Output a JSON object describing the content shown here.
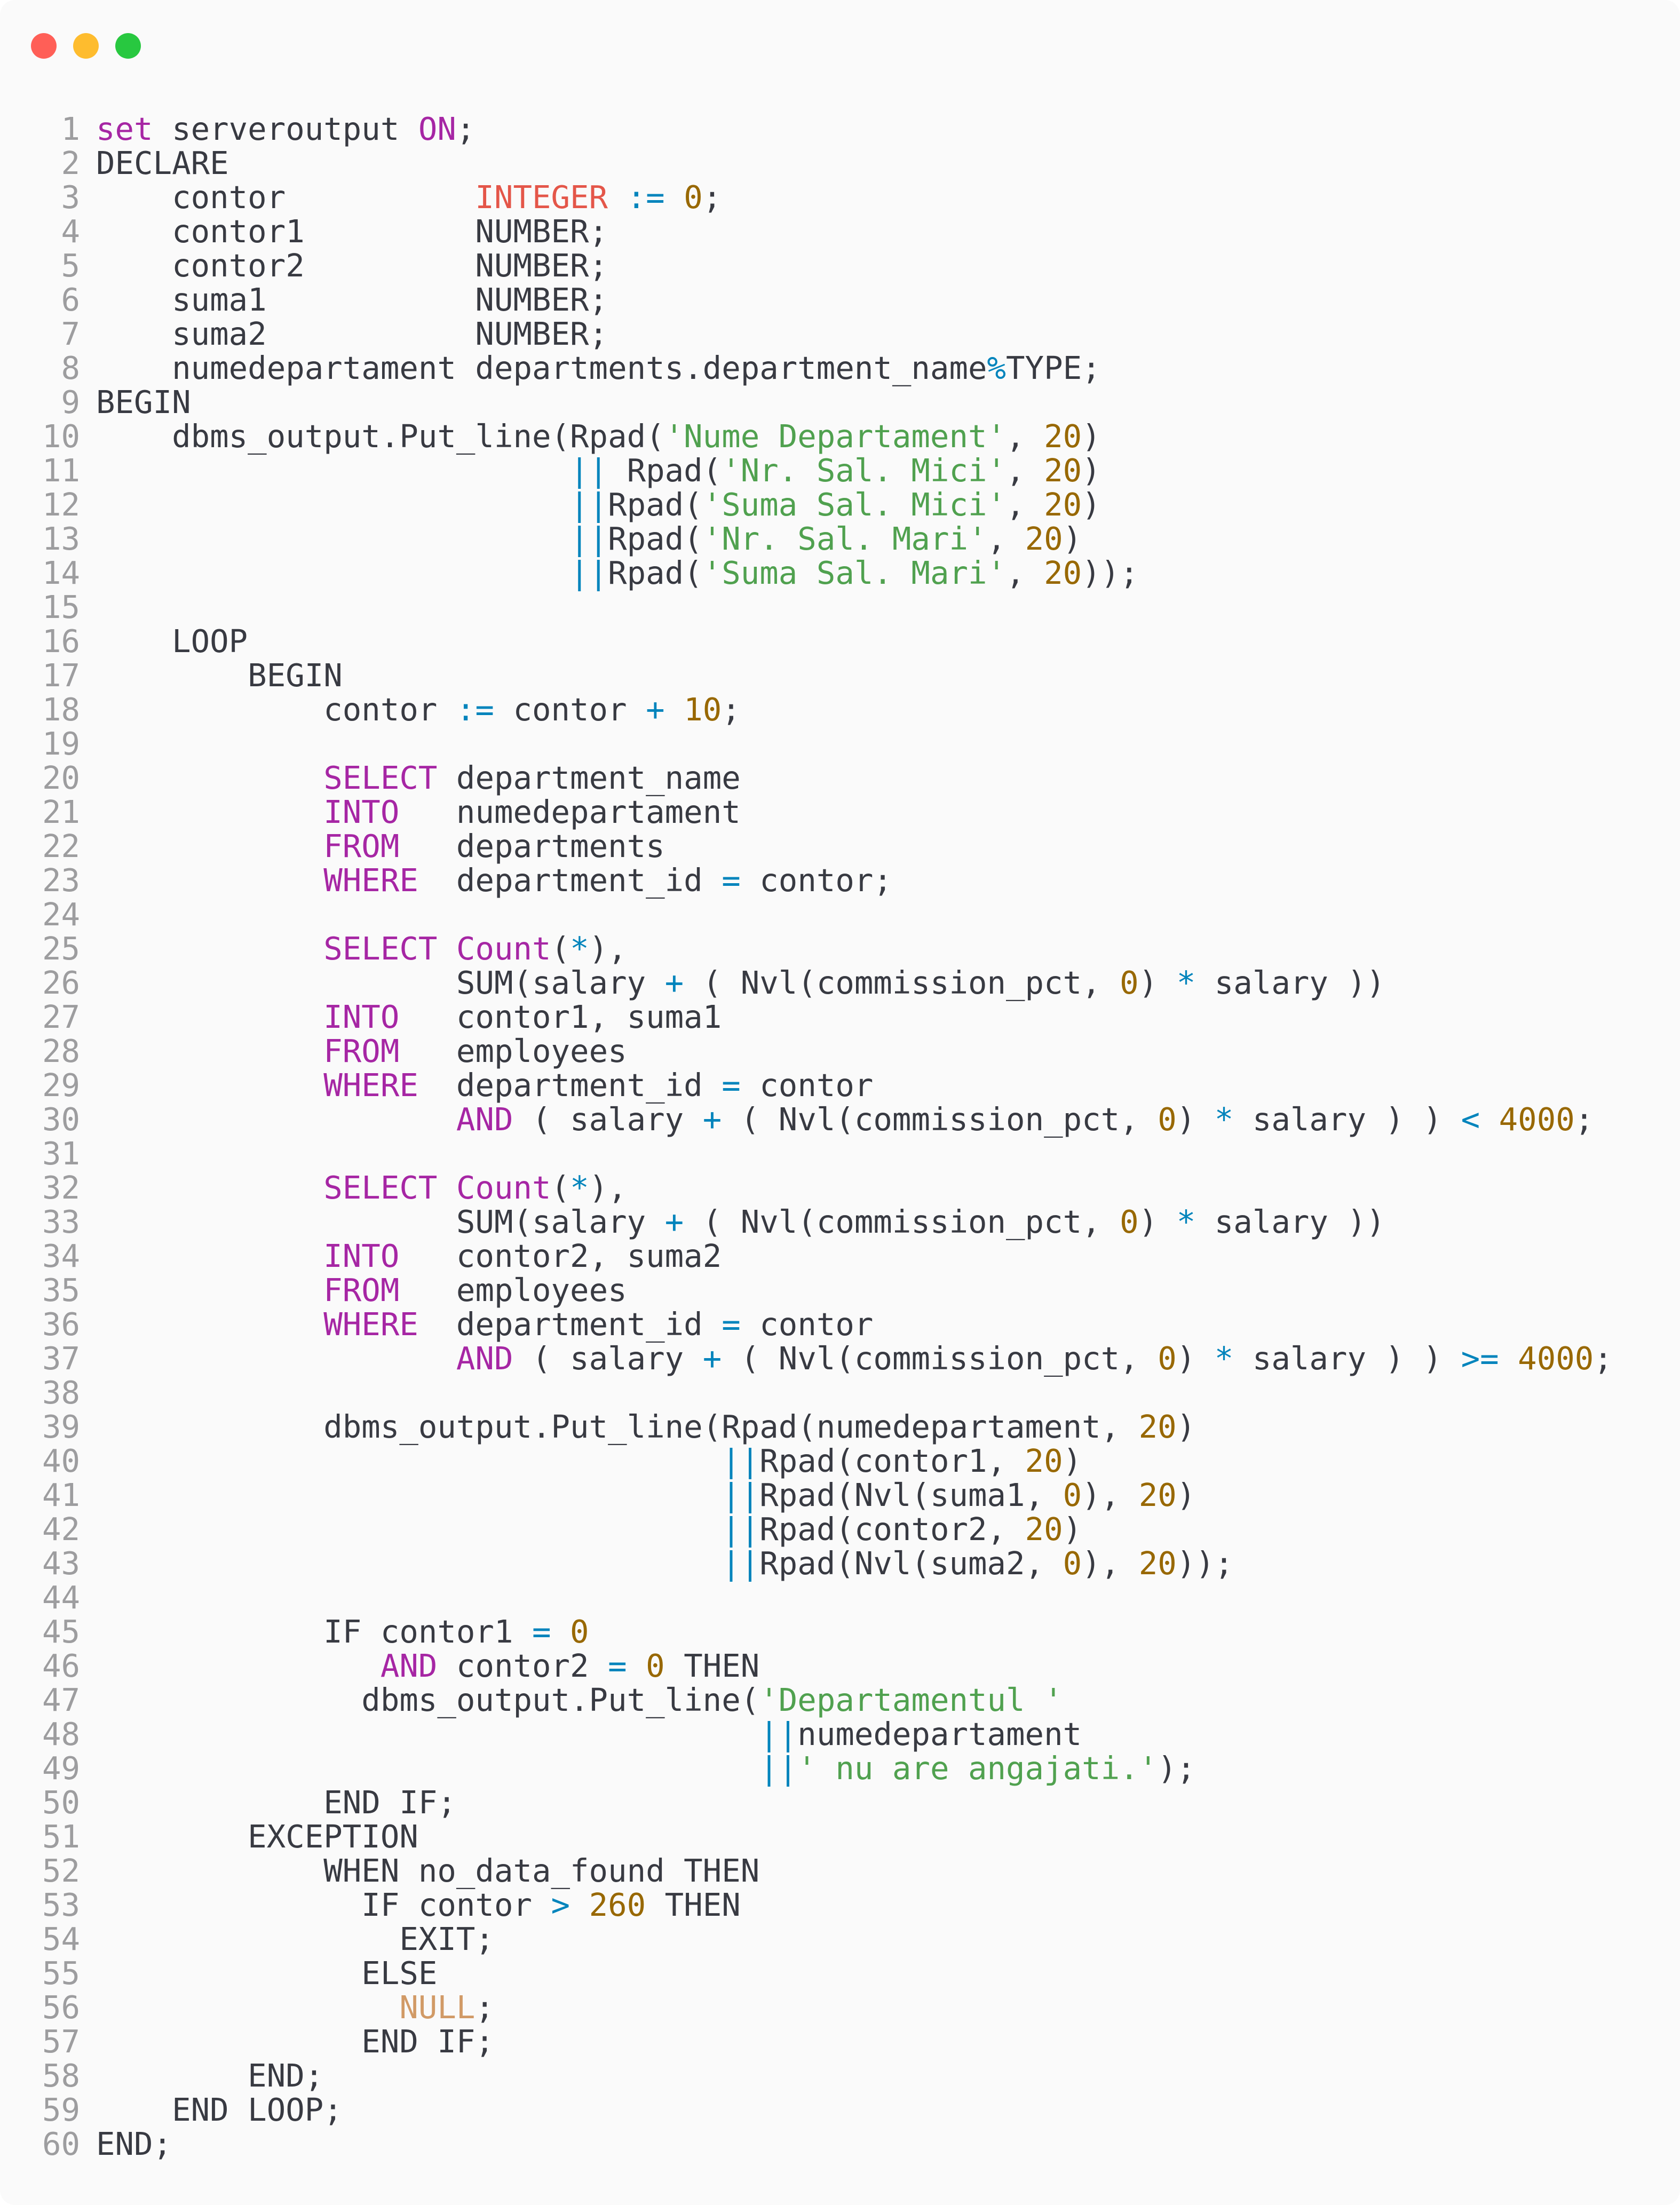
{
  "window": {
    "controls": {
      "close_color": "#ff5f57",
      "minimize_color": "#febc2e",
      "maximize_color": "#28c840"
    }
  },
  "theme": {
    "background": "#fafafa",
    "text": "#383a42",
    "line_number": "#9d9d9f",
    "colors": {
      "kw": "#a626a4",
      "type": "#e45649",
      "str": "#50a14f",
      "num": "#986801",
      "op": "#0184bc",
      "null": "#d19a66"
    }
  },
  "code_lines": [
    {
      "n": "1",
      "tokens": [
        {
          "t": "set",
          "c": "kw"
        },
        {
          "t": " serveroutput "
        },
        {
          "t": "ON",
          "c": "kw"
        },
        {
          "t": ";"
        }
      ]
    },
    {
      "n": "2",
      "tokens": [
        {
          "t": "DECLARE"
        }
      ]
    },
    {
      "n": "3",
      "tokens": [
        {
          "t": "    contor          "
        },
        {
          "t": "INTEGER",
          "c": "type"
        },
        {
          "t": " "
        },
        {
          "t": ":=",
          "c": "op"
        },
        {
          "t": " "
        },
        {
          "t": "0",
          "c": "num"
        },
        {
          "t": ";"
        }
      ]
    },
    {
      "n": "4",
      "tokens": [
        {
          "t": "    contor1         NUMBER;"
        }
      ]
    },
    {
      "n": "5",
      "tokens": [
        {
          "t": "    contor2         NUMBER;"
        }
      ]
    },
    {
      "n": "6",
      "tokens": [
        {
          "t": "    suma1           NUMBER;"
        }
      ]
    },
    {
      "n": "7",
      "tokens": [
        {
          "t": "    suma2           NUMBER;"
        }
      ]
    },
    {
      "n": "8",
      "tokens": [
        {
          "t": "    numedepartament departments.department_name"
        },
        {
          "t": "%",
          "c": "op"
        },
        {
          "t": "TYPE;"
        }
      ]
    },
    {
      "n": "9",
      "tokens": [
        {
          "t": "BEGIN"
        }
      ]
    },
    {
      "n": "10",
      "tokens": [
        {
          "t": "    dbms_output.Put_line(Rpad("
        },
        {
          "t": "'Nume Departament'",
          "c": "str"
        },
        {
          "t": ", "
        },
        {
          "t": "20",
          "c": "num"
        },
        {
          "t": ")"
        }
      ]
    },
    {
      "n": "11",
      "tokens": [
        {
          "t": "                         "
        },
        {
          "t": "||",
          "c": "op"
        },
        {
          "t": " Rpad("
        },
        {
          "t": "'Nr. Sal. Mici'",
          "c": "str"
        },
        {
          "t": ", "
        },
        {
          "t": "20",
          "c": "num"
        },
        {
          "t": ")"
        }
      ]
    },
    {
      "n": "12",
      "tokens": [
        {
          "t": "                         "
        },
        {
          "t": "||",
          "c": "op"
        },
        {
          "t": "Rpad("
        },
        {
          "t": "'Suma Sal. Mici'",
          "c": "str"
        },
        {
          "t": ", "
        },
        {
          "t": "20",
          "c": "num"
        },
        {
          "t": ")"
        }
      ]
    },
    {
      "n": "13",
      "tokens": [
        {
          "t": "                         "
        },
        {
          "t": "||",
          "c": "op"
        },
        {
          "t": "Rpad("
        },
        {
          "t": "'Nr. Sal. Mari'",
          "c": "str"
        },
        {
          "t": ", "
        },
        {
          "t": "20",
          "c": "num"
        },
        {
          "t": ")"
        }
      ]
    },
    {
      "n": "14",
      "tokens": [
        {
          "t": "                         "
        },
        {
          "t": "||",
          "c": "op"
        },
        {
          "t": "Rpad("
        },
        {
          "t": "'Suma Sal. Mari'",
          "c": "str"
        },
        {
          "t": ", "
        },
        {
          "t": "20",
          "c": "num"
        },
        {
          "t": "));"
        }
      ]
    },
    {
      "n": "15",
      "tokens": []
    },
    {
      "n": "16",
      "tokens": [
        {
          "t": "    LOOP"
        }
      ]
    },
    {
      "n": "17",
      "tokens": [
        {
          "t": "        BEGIN"
        }
      ]
    },
    {
      "n": "18",
      "tokens": [
        {
          "t": "            contor "
        },
        {
          "t": ":=",
          "c": "op"
        },
        {
          "t": " contor "
        },
        {
          "t": "+",
          "c": "op"
        },
        {
          "t": " "
        },
        {
          "t": "10",
          "c": "num"
        },
        {
          "t": ";"
        }
      ]
    },
    {
      "n": "19",
      "tokens": []
    },
    {
      "n": "20",
      "tokens": [
        {
          "t": "            "
        },
        {
          "t": "SELECT",
          "c": "kw"
        },
        {
          "t": " department_name"
        }
      ]
    },
    {
      "n": "21",
      "tokens": [
        {
          "t": "            "
        },
        {
          "t": "INTO",
          "c": "kw"
        },
        {
          "t": "   numedepartament"
        }
      ]
    },
    {
      "n": "22",
      "tokens": [
        {
          "t": "            "
        },
        {
          "t": "FROM",
          "c": "kw"
        },
        {
          "t": "   departments"
        }
      ]
    },
    {
      "n": "23",
      "tokens": [
        {
          "t": "            "
        },
        {
          "t": "WHERE",
          "c": "kw"
        },
        {
          "t": "  department_id "
        },
        {
          "t": "=",
          "c": "op"
        },
        {
          "t": " contor;"
        }
      ]
    },
    {
      "n": "24",
      "tokens": []
    },
    {
      "n": "25",
      "tokens": [
        {
          "t": "            "
        },
        {
          "t": "SELECT",
          "c": "kw"
        },
        {
          "t": " "
        },
        {
          "t": "Count",
          "c": "kw"
        },
        {
          "t": "("
        },
        {
          "t": "*",
          "c": "op"
        },
        {
          "t": "),"
        }
      ]
    },
    {
      "n": "26",
      "tokens": [
        {
          "t": "                   SUM(salary "
        },
        {
          "t": "+",
          "c": "op"
        },
        {
          "t": " ( Nvl(commission_pct, "
        },
        {
          "t": "0",
          "c": "num"
        },
        {
          "t": ") "
        },
        {
          "t": "*",
          "c": "op"
        },
        {
          "t": " salary ))"
        }
      ]
    },
    {
      "n": "27",
      "tokens": [
        {
          "t": "            "
        },
        {
          "t": "INTO",
          "c": "kw"
        },
        {
          "t": "   contor1, suma1"
        }
      ]
    },
    {
      "n": "28",
      "tokens": [
        {
          "t": "            "
        },
        {
          "t": "FROM",
          "c": "kw"
        },
        {
          "t": "   employees"
        }
      ]
    },
    {
      "n": "29",
      "tokens": [
        {
          "t": "            "
        },
        {
          "t": "WHERE",
          "c": "kw"
        },
        {
          "t": "  department_id "
        },
        {
          "t": "=",
          "c": "op"
        },
        {
          "t": " contor"
        }
      ]
    },
    {
      "n": "30",
      "tokens": [
        {
          "t": "                   "
        },
        {
          "t": "AND",
          "c": "kw"
        },
        {
          "t": " ( salary "
        },
        {
          "t": "+",
          "c": "op"
        },
        {
          "t": " ( Nvl(commission_pct, "
        },
        {
          "t": "0",
          "c": "num"
        },
        {
          "t": ") "
        },
        {
          "t": "*",
          "c": "op"
        },
        {
          "t": " salary ) ) "
        },
        {
          "t": "<",
          "c": "op"
        },
        {
          "t": " "
        },
        {
          "t": "4000",
          "c": "num"
        },
        {
          "t": ";"
        }
      ]
    },
    {
      "n": "31",
      "tokens": []
    },
    {
      "n": "32",
      "tokens": [
        {
          "t": "            "
        },
        {
          "t": "SELECT",
          "c": "kw"
        },
        {
          "t": " "
        },
        {
          "t": "Count",
          "c": "kw"
        },
        {
          "t": "("
        },
        {
          "t": "*",
          "c": "op"
        },
        {
          "t": "),"
        }
      ]
    },
    {
      "n": "33",
      "tokens": [
        {
          "t": "                   SUM(salary "
        },
        {
          "t": "+",
          "c": "op"
        },
        {
          "t": " ( Nvl(commission_pct, "
        },
        {
          "t": "0",
          "c": "num"
        },
        {
          "t": ") "
        },
        {
          "t": "*",
          "c": "op"
        },
        {
          "t": " salary ))"
        }
      ]
    },
    {
      "n": "34",
      "tokens": [
        {
          "t": "            "
        },
        {
          "t": "INTO",
          "c": "kw"
        },
        {
          "t": "   contor2, suma2"
        }
      ]
    },
    {
      "n": "35",
      "tokens": [
        {
          "t": "            "
        },
        {
          "t": "FROM",
          "c": "kw"
        },
        {
          "t": "   employees"
        }
      ]
    },
    {
      "n": "36",
      "tokens": [
        {
          "t": "            "
        },
        {
          "t": "WHERE",
          "c": "kw"
        },
        {
          "t": "  department_id "
        },
        {
          "t": "=",
          "c": "op"
        },
        {
          "t": " contor"
        }
      ]
    },
    {
      "n": "37",
      "tokens": [
        {
          "t": "                   "
        },
        {
          "t": "AND",
          "c": "kw"
        },
        {
          "t": " ( salary "
        },
        {
          "t": "+",
          "c": "op"
        },
        {
          "t": " ( Nvl(commission_pct, "
        },
        {
          "t": "0",
          "c": "num"
        },
        {
          "t": ") "
        },
        {
          "t": "*",
          "c": "op"
        },
        {
          "t": " salary ) ) "
        },
        {
          "t": ">=",
          "c": "op"
        },
        {
          "t": " "
        },
        {
          "t": "4000",
          "c": "num"
        },
        {
          "t": ";"
        }
      ]
    },
    {
      "n": "38",
      "tokens": []
    },
    {
      "n": "39",
      "tokens": [
        {
          "t": "            dbms_output.Put_line(Rpad(numedepartament, "
        },
        {
          "t": "20",
          "c": "num"
        },
        {
          "t": ")"
        }
      ]
    },
    {
      "n": "40",
      "tokens": [
        {
          "t": "                                 "
        },
        {
          "t": "||",
          "c": "op"
        },
        {
          "t": "Rpad(contor1, "
        },
        {
          "t": "20",
          "c": "num"
        },
        {
          "t": ")"
        }
      ]
    },
    {
      "n": "41",
      "tokens": [
        {
          "t": "                                 "
        },
        {
          "t": "||",
          "c": "op"
        },
        {
          "t": "Rpad(Nvl(suma1, "
        },
        {
          "t": "0",
          "c": "num"
        },
        {
          "t": "), "
        },
        {
          "t": "20",
          "c": "num"
        },
        {
          "t": ")"
        }
      ]
    },
    {
      "n": "42",
      "tokens": [
        {
          "t": "                                 "
        },
        {
          "t": "||",
          "c": "op"
        },
        {
          "t": "Rpad(contor2, "
        },
        {
          "t": "20",
          "c": "num"
        },
        {
          "t": ")"
        }
      ]
    },
    {
      "n": "43",
      "tokens": [
        {
          "t": "                                 "
        },
        {
          "t": "||",
          "c": "op"
        },
        {
          "t": "Rpad(Nvl(suma2, "
        },
        {
          "t": "0",
          "c": "num"
        },
        {
          "t": "), "
        },
        {
          "t": "20",
          "c": "num"
        },
        {
          "t": "));"
        }
      ]
    },
    {
      "n": "44",
      "tokens": []
    },
    {
      "n": "45",
      "tokens": [
        {
          "t": "            IF contor1 "
        },
        {
          "t": "=",
          "c": "op"
        },
        {
          "t": " "
        },
        {
          "t": "0",
          "c": "num"
        }
      ]
    },
    {
      "n": "46",
      "tokens": [
        {
          "t": "               "
        },
        {
          "t": "AND",
          "c": "kw"
        },
        {
          "t": " contor2 "
        },
        {
          "t": "=",
          "c": "op"
        },
        {
          "t": " "
        },
        {
          "t": "0",
          "c": "num"
        },
        {
          "t": " THEN"
        }
      ]
    },
    {
      "n": "47",
      "tokens": [
        {
          "t": "              dbms_output.Put_line("
        },
        {
          "t": "'Departamentul '",
          "c": "str"
        }
      ]
    },
    {
      "n": "48",
      "tokens": [
        {
          "t": "                                   "
        },
        {
          "t": "||",
          "c": "op"
        },
        {
          "t": "numedepartament"
        }
      ]
    },
    {
      "n": "49",
      "tokens": [
        {
          "t": "                                   "
        },
        {
          "t": "||",
          "c": "op"
        },
        {
          "t": "' nu are angajati.'",
          "c": "str"
        },
        {
          "t": ");"
        }
      ]
    },
    {
      "n": "50",
      "tokens": [
        {
          "t": "            END IF;"
        }
      ]
    },
    {
      "n": "51",
      "tokens": [
        {
          "t": "        EXCEPTION"
        }
      ]
    },
    {
      "n": "52",
      "tokens": [
        {
          "t": "            WHEN no_data_found THEN"
        }
      ]
    },
    {
      "n": "53",
      "tokens": [
        {
          "t": "              IF contor "
        },
        {
          "t": ">",
          "c": "op"
        },
        {
          "t": " "
        },
        {
          "t": "260",
          "c": "num"
        },
        {
          "t": " THEN"
        }
      ]
    },
    {
      "n": "54",
      "tokens": [
        {
          "t": "                EXIT;"
        }
      ]
    },
    {
      "n": "55",
      "tokens": [
        {
          "t": "              ELSE"
        }
      ]
    },
    {
      "n": "56",
      "tokens": [
        {
          "t": "                "
        },
        {
          "t": "NULL",
          "c": "null"
        },
        {
          "t": ";"
        }
      ]
    },
    {
      "n": "57",
      "tokens": [
        {
          "t": "              END IF;"
        }
      ]
    },
    {
      "n": "58",
      "tokens": [
        {
          "t": "        END;"
        }
      ]
    },
    {
      "n": "59",
      "tokens": [
        {
          "t": "    END LOOP;"
        }
      ]
    },
    {
      "n": "60",
      "tokens": [
        {
          "t": "END;"
        }
      ]
    }
  ]
}
